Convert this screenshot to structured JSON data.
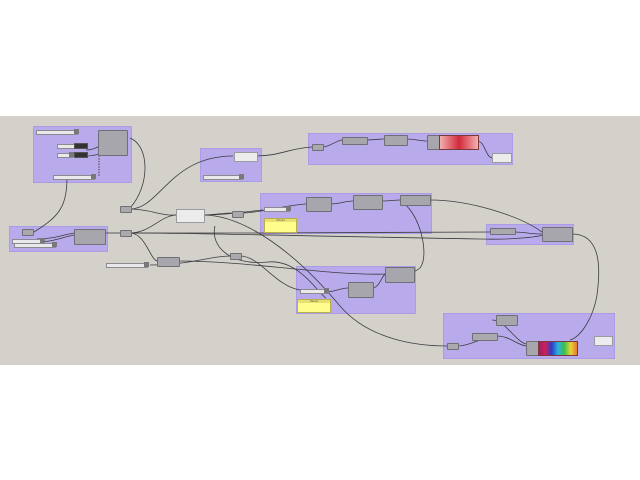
{
  "canvas": {
    "background": "#d4d1cb",
    "group_color": "#b7a6f0"
  },
  "notes": [
    {
      "id": "note-1",
      "text": "Panel"
    },
    {
      "id": "note-2",
      "text": "Panel"
    }
  ],
  "gradients": {
    "red": "#d22a3b",
    "spectrum": [
      "#9a1f6a",
      "#d0205a",
      "#2a3cc8",
      "#2db0e0",
      "#3ac04a",
      "#e8d23a",
      "#e87a2a"
    ]
  }
}
